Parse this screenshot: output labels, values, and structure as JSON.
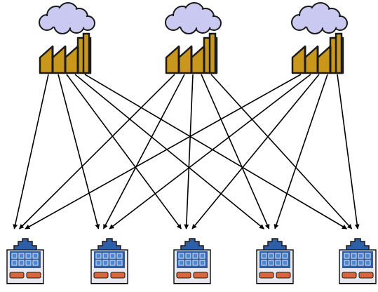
{
  "diagram": {
    "kind": "supply-network",
    "factories": [
      {
        "id": "factory-1",
        "icon": "factory-with-smoke-icon"
      },
      {
        "id": "factory-2",
        "icon": "factory-with-smoke-icon"
      },
      {
        "id": "factory-3",
        "icon": "factory-with-smoke-icon"
      }
    ],
    "stores": [
      {
        "id": "store-1",
        "icon": "store-building-icon"
      },
      {
        "id": "store-2",
        "icon": "store-building-icon"
      },
      {
        "id": "store-3",
        "icon": "store-building-icon"
      },
      {
        "id": "store-4",
        "icon": "store-building-icon"
      },
      {
        "id": "store-5",
        "icon": "store-building-icon"
      }
    ],
    "connections": [
      {
        "from": "factory-1",
        "to": "store-1"
      },
      {
        "from": "factory-1",
        "to": "store-2"
      },
      {
        "from": "factory-1",
        "to": "store-3"
      },
      {
        "from": "factory-1",
        "to": "store-4"
      },
      {
        "from": "factory-1",
        "to": "store-5"
      },
      {
        "from": "factory-2",
        "to": "store-1"
      },
      {
        "from": "factory-2",
        "to": "store-2"
      },
      {
        "from": "factory-2",
        "to": "store-3"
      },
      {
        "from": "factory-2",
        "to": "store-4"
      },
      {
        "from": "factory-2",
        "to": "store-5"
      },
      {
        "from": "factory-3",
        "to": "store-1"
      },
      {
        "from": "factory-3",
        "to": "store-2"
      },
      {
        "from": "factory-3",
        "to": "store-3"
      },
      {
        "from": "factory-3",
        "to": "store-4"
      },
      {
        "from": "factory-3",
        "to": "store-5"
      }
    ],
    "colors": {
      "cloud_fill": "#c9c9f2",
      "cloud_outline": "#1a1a1a",
      "factory_fill": "#c9971c",
      "factory_outline": "#1a1a1a",
      "store_blue": "#2d5fa8",
      "store_window": "#4f86d1",
      "store_wall": "#e8e8ee",
      "store_awning": "#d9663a",
      "arrow": "#000000"
    }
  }
}
